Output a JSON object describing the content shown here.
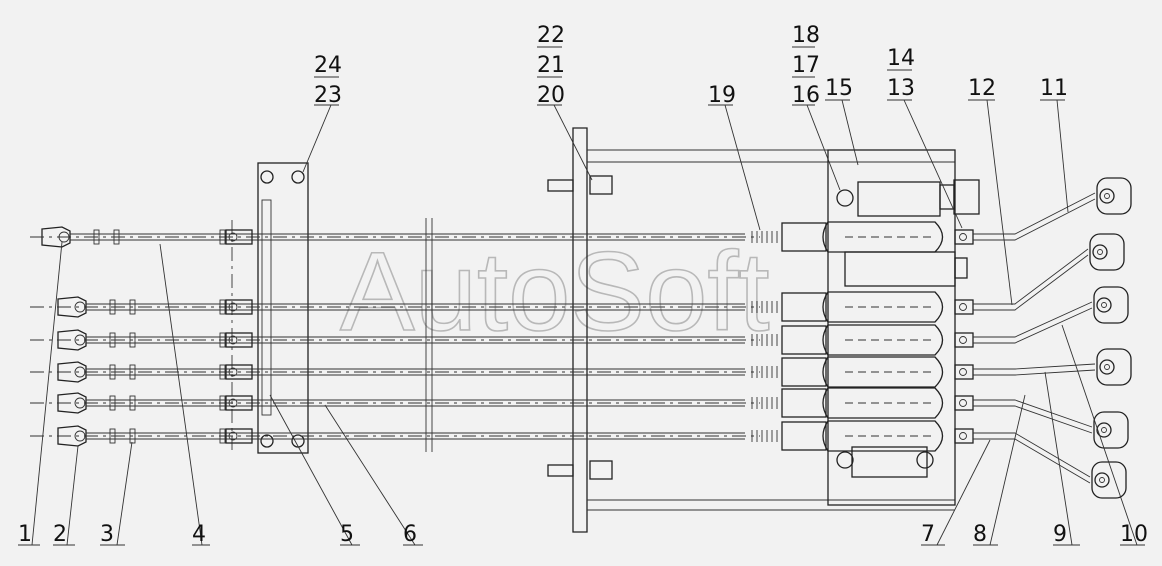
{
  "watermark": "AutoSoft",
  "labels": {
    "l1": "1",
    "l2": "2",
    "l3": "3",
    "l4": "4",
    "l5": "5",
    "l6": "6",
    "l7": "7",
    "l8": "8",
    "l9": "9",
    "l10": "10",
    "l11": "11",
    "l12": "12",
    "l13": "13",
    "l14": "14",
    "l15": "15",
    "l16": "16",
    "l17": "17",
    "l18": "18",
    "l19": "19",
    "l20": "20",
    "l21": "21",
    "l22": "22",
    "l23": "23",
    "l24": "24"
  },
  "colors": {
    "paper": "#f2f2f2",
    "ink": "#222222",
    "watermark": "#8a8a8a"
  }
}
